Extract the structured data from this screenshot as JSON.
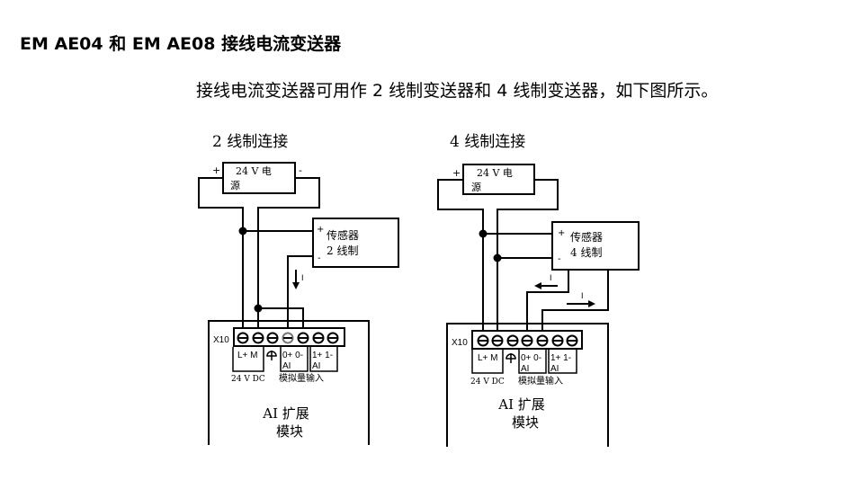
{
  "heading": "EM AE04 和 EM AE08 接线电流变送器",
  "intro": "接线电流变送器可用作 2 线制变送器和 4 线制变送器，如下图所示。",
  "diagrams": [
    {
      "title": "2 线制连接",
      "psu_line1": "24 V 电",
      "psu_line2": "源",
      "plus": "+",
      "minus": "-",
      "sensor_line1": "传感器",
      "sensor_line2": "2 线制",
      "current": "I",
      "terminal_label": "X10",
      "lplus_m": "L+ M",
      "ai0": "0+ 0-",
      "ai1": "1+ 1-",
      "ai": "AI",
      "dc": "24 V DC",
      "analog_in": "模拟量输入",
      "module_line1": "AI 扩展",
      "module_line2": "模块"
    },
    {
      "title": "4 线制连接",
      "psu_line1": "24 V 电",
      "psu_line2": "源",
      "plus": "+",
      "minus": "-",
      "sensor_line1": "传感器",
      "sensor_line2": "4 线制",
      "current": "I",
      "terminal_label": "X10",
      "lplus_m": "L+ M",
      "ai0": "0+ 0-",
      "ai1": "1+ 1-",
      "ai": "AI",
      "dc": "24 V DC",
      "analog_in": "模拟量输入",
      "module_line1": "AI 扩展",
      "module_line2": "模块"
    }
  ]
}
